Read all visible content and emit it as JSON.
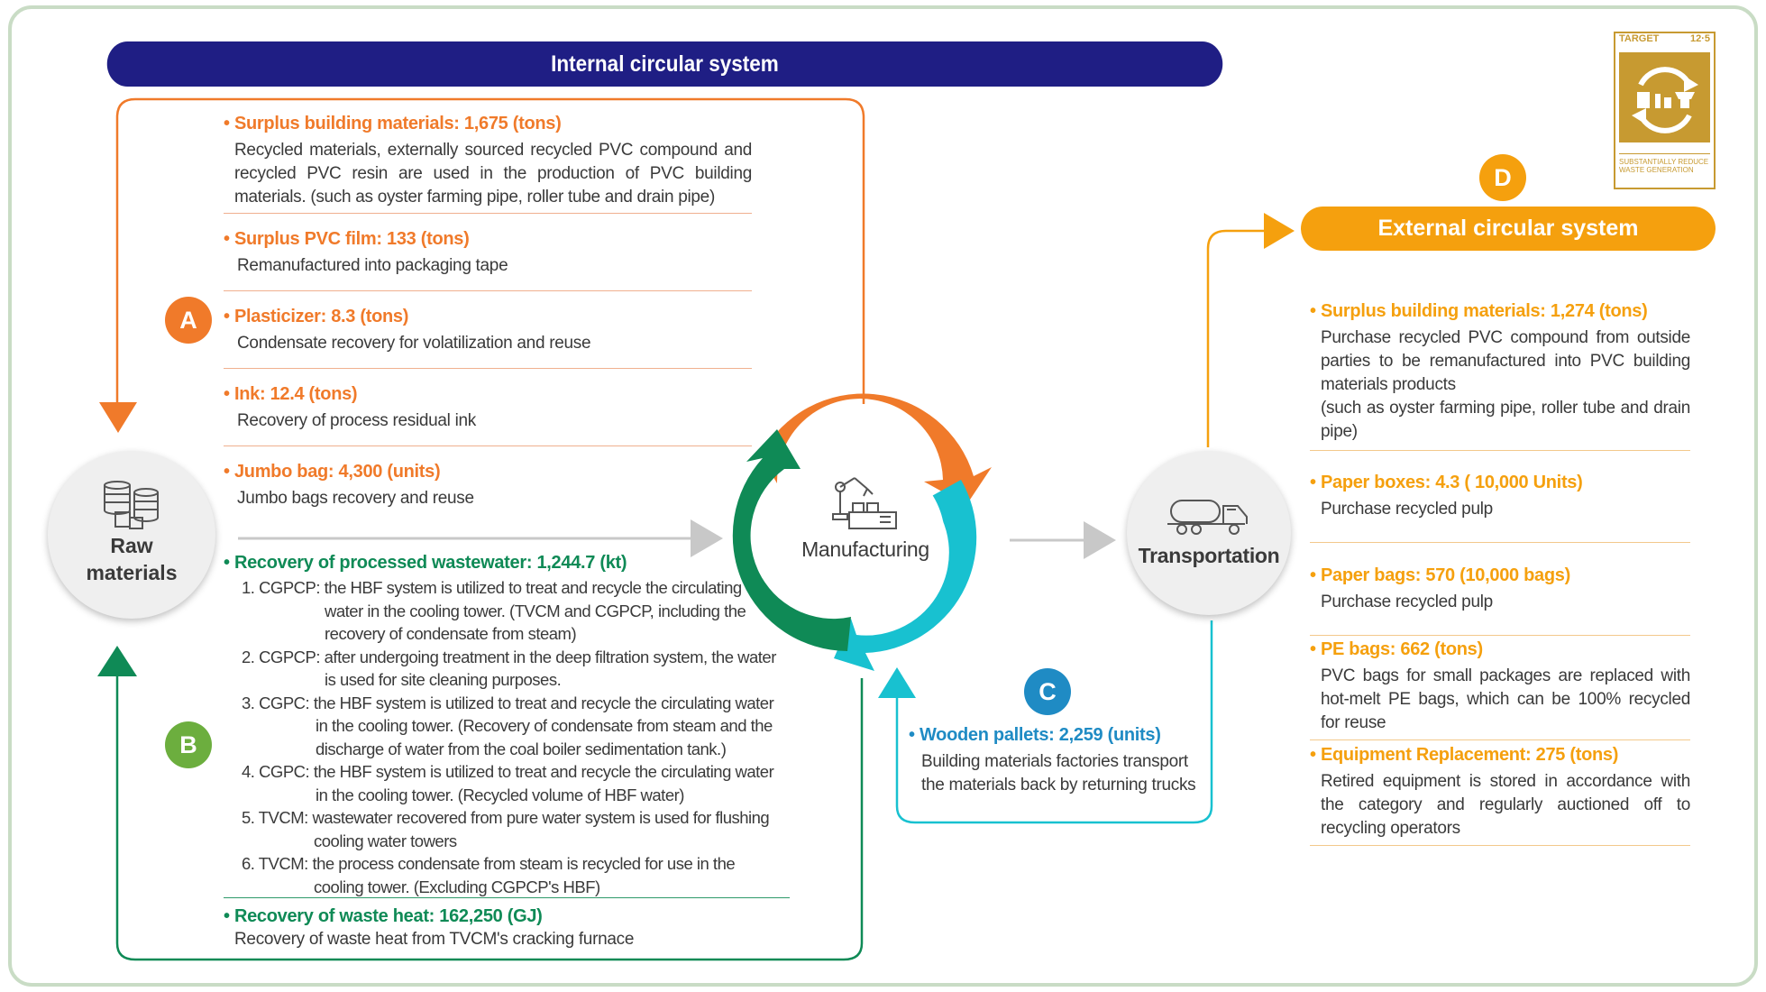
{
  "banners": {
    "internal": "Internal circular system",
    "external": "External circular system"
  },
  "badges": {
    "a": "A",
    "b": "B",
    "c": "C",
    "d": "D"
  },
  "nodes": {
    "raw_materials": "Raw materials",
    "raw_line1": "Raw",
    "raw_line2": "materials",
    "manufacturing": "Manufacturing",
    "transportation": "Transportation"
  },
  "sdg": {
    "target": "TARGET",
    "number": "12·5",
    "caption": "SUBSTANTIALLY REDUCE WASTE GENERATION"
  },
  "section_a": [
    {
      "title": "• Surplus building materials: 1,675 (tons)",
      "desc": "Recycled materials, externally sourced recycled PVC compound and recycled PVC resin are used in the production of PVC building materials.  (such as oyster farming pipe, roller tube and drain pipe)"
    },
    {
      "title": "• Surplus PVC film: 133 (tons)",
      "desc": "Remanufactured into packaging tape"
    },
    {
      "title": "• Plasticizer: 8.3 (tons)",
      "desc": "Condensate recovery for volatilization and reuse"
    },
    {
      "title": "• Ink: 12.4 (tons)",
      "desc": "Recovery of process residual ink"
    },
    {
      "title": "• Jumbo bag: 4,300 (units)",
      "desc": "Jumbo bags recovery and reuse"
    }
  ],
  "section_b": {
    "wastewater_title": "• Recovery of processed wastewater: 1,244.7 (kt)",
    "wastewater_items": [
      {
        "label": "1. CGPCP:",
        "first": "the HBF system is utilized to treat and recycle the circulating",
        "rest": [
          "water in the cooling tower. (TVCM and CGPCP, including the",
          "recovery of condensate from steam)"
        ]
      },
      {
        "label": "2. CGPCP:",
        "first": "after undergoing treatment in the deep filtration system, the water",
        "rest": [
          "is used for site cleaning purposes."
        ]
      },
      {
        "label": "3. CGPC:",
        "first": "the HBF system is utilized to treat and recycle the circulating water",
        "rest": [
          "in the cooling tower. (Recovery of condensate from steam and the",
          "discharge of water from the coal boiler sedimentation tank.)"
        ]
      },
      {
        "label": "4. CGPC:",
        "first": "the HBF system is utilized to treat and recycle the circulating water",
        "rest": [
          "in the cooling tower. (Recycled volume of HBF water)"
        ]
      },
      {
        "label": "5. TVCM:",
        "first": "wastewater recovered from pure water system is used for flushing",
        "rest": [
          "cooling water towers"
        ]
      },
      {
        "label": "6. TVCM:",
        "first": "the process condensate from steam is recycled for use in the",
        "rest": [
          "cooling tower. (Excluding CGPCP's HBF)"
        ]
      }
    ],
    "heat_title": "• Recovery of waste heat:  162,250 (GJ)",
    "heat_desc": "Recovery of waste heat from TVCM's cracking furnace"
  },
  "section_c": {
    "title": "• Wooden pallets: 2,259 (units)",
    "desc_line1": "Building materials factories transport",
    "desc_line2": "the materials back by returning trucks"
  },
  "section_d": [
    {
      "title": "• Surplus building materials: 1,274  (tons)",
      "desc": "Purchase recycled PVC compound from outside parties to be remanufactured into PVC building materials products",
      "desc2": "(such as oyster farming pipe, roller tube and drain pipe)"
    },
    {
      "title": "• Paper boxes:   4.3 ( 10,000 Units)",
      "desc": "Purchase recycled pulp"
    },
    {
      "title": "• Paper bags:   570 (10,000 bags)",
      "desc": "Purchase recycled pulp"
    },
    {
      "title": "• PE bags:  662 (tons)",
      "desc": "PVC bags for small packages are replaced with hot-melt PE bags, which can be 100% recycled for reuse"
    },
    {
      "title": "• Equipment Replacement: 275 (tons)",
      "desc": "Retired equipment is stored in accordance with the category and regularly auctioned off to recycling operators"
    }
  ],
  "colors": {
    "internal_banner": "#1f1e84",
    "external": "#f5a00e",
    "orange": "#f07a2a",
    "green": "#0f8a56",
    "cyan": "#18c1d0",
    "blue": "#1f8bc4",
    "badge_b": "#6cae3e",
    "sdg_gold": "#c79a31"
  },
  "icons": [
    "barrels-icon",
    "robot-arm-factory-icon",
    "tanker-truck-icon",
    "recycle-icon"
  ]
}
